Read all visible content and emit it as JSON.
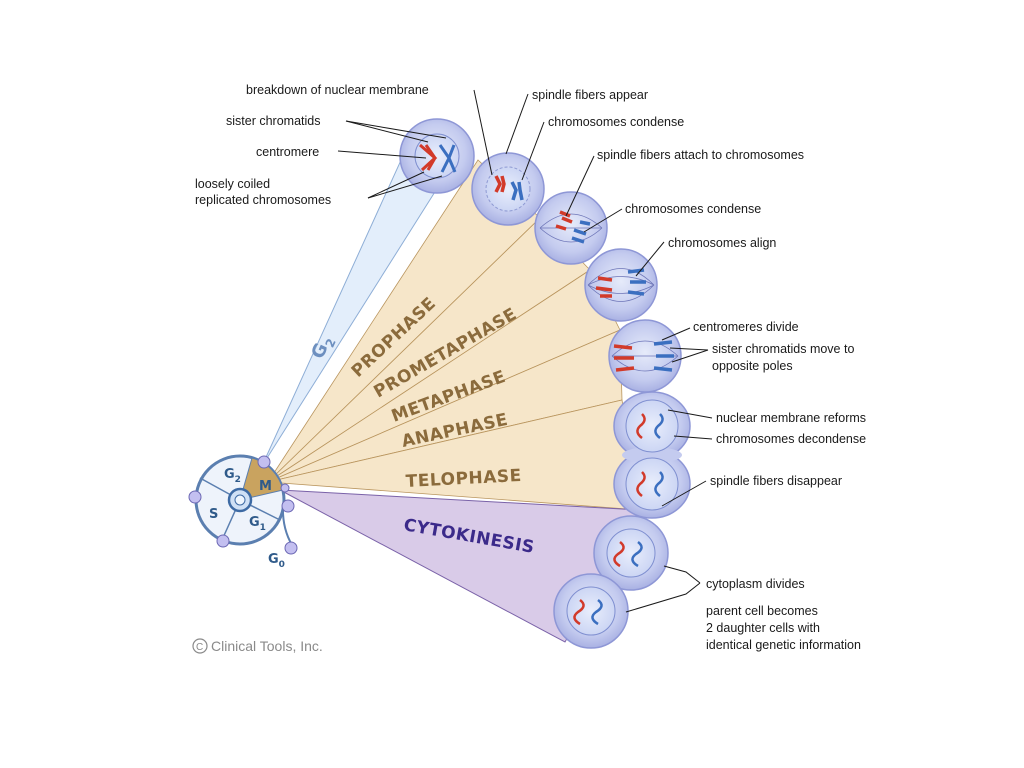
{
  "diagram": {
    "phases": {
      "g2": "G",
      "g2_sub": "2",
      "prophase": "PROPHASE",
      "prometaphase": "PROMETAPHASE",
      "metaphase": "METAPHASE",
      "anaphase": "ANAPHASE",
      "telophase": "TELOPHASE",
      "cytokinesis": "CYTOKINESIS"
    },
    "cycle": {
      "g2": "G",
      "g2_sub": "2",
      "m": "M",
      "s": "S",
      "g1": "G",
      "g1_sub": "1",
      "g0": "G",
      "g0_sub": "0"
    },
    "labels": {
      "breakdown": "breakdown of nuclear membrane",
      "sister_chromatids": "sister chromatids",
      "centromere": "centromere",
      "loosely_1": "loosely coiled",
      "loosely_2": "replicated chromosomes",
      "spindle_appear": "spindle fibers appear",
      "condense_1": "chromosomes condense",
      "spindle_attach": "spindle fibers attach to chromosomes",
      "condense_2": "chromosomes condense",
      "align": "chromosomes align",
      "centromeres_divide": "centromeres divide",
      "sister_move_1": "sister chromatids move to",
      "sister_move_2": "opposite poles",
      "membrane_reforms": "nuclear membrane reforms",
      "decondense": "chromosomes decondense",
      "spindle_disappear": "spindle fibers disappear",
      "cytoplasm_divides": "cytoplasm divides",
      "parent_1": "parent cell becomes",
      "parent_2": "2 daughter cells with",
      "parent_3": "identical genetic information"
    },
    "copyright": "Clinical Tools, Inc.",
    "copyright_symbol": "C"
  },
  "colors": {
    "g2_wedge": "#e3eefb",
    "mitosis_wedge": "#f6e6c9",
    "cytokinesis_wedge": "#d9cbe8",
    "cell_fill": "#b9c0ea",
    "cell_inner": "#dde3f7",
    "chromosome_red": "#d23a2a",
    "chromosome_blue": "#3b6fc0",
    "phase_text": "#8b6b3c",
    "cytokinesis_text": "#3b2a8a"
  }
}
